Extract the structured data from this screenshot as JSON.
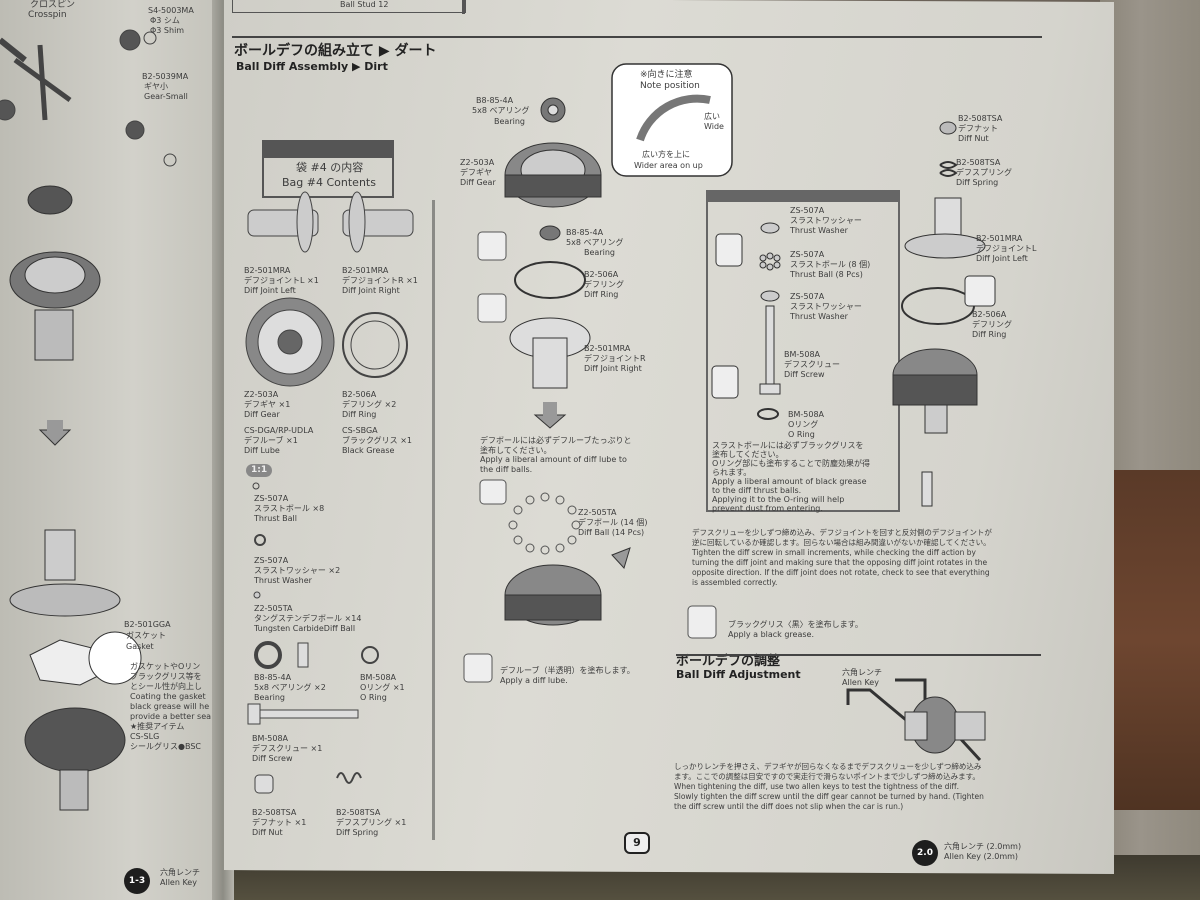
{
  "left_page": {
    "crosspin_jp": "クロスピン",
    "crosspin_en": "Crosspin",
    "shim_code": "S4-5003MA",
    "shim_jp": "Φ3 シム",
    "shim_en": "Φ3 Shim",
    "gear_code": "B2-5039MA",
    "gear_jp": "ギヤ小",
    "gear_en": "Gear-Small",
    "gasket_code": "B2-501GGA",
    "gasket_jp": "ガスケット",
    "gasket_en": "Gasket",
    "note_lines": [
      "ガスケットやOリン",
      "ブラックグリス等を",
      "とシール性が向上し",
      "Coating the gasket",
      "black grease will he",
      "provide a better sea",
      "★推奨アイテム",
      "CS-SLG",
      "シールグリス●BSC"
    ],
    "step_badge": "1-3",
    "allen_key_jp": "六角レンチ",
    "allen_key_en": "Allen Key"
  },
  "header": {
    "ball_stud": "Ball Stud 12",
    "title_jp": "ボールデフの組み立て ▶ ダート",
    "title_en": "Ball Diff Assembly ▶ Dirt"
  },
  "bag": {
    "title_jp": "袋 #4 の内容",
    "title_en": "Bag #4 Contents"
  },
  "parts": [
    {
      "code": "B2-501MRA",
      "jp": "デフジョイントL ×1",
      "en": "Diff Joint Left"
    },
    {
      "code": "B2-501MRA",
      "jp": "デフジョイントR ×1",
      "en": "Diff Joint Right"
    },
    {
      "code": "Z2-503A",
      "jp": "デフギヤ ×1",
      "en": "Diff Gear"
    },
    {
      "code": "B2-506A",
      "jp": "デフリング ×2",
      "en": "Diff Ring"
    },
    {
      "code": "CS-DGA/RP-UDLA",
      "jp": "デフルーブ ×1",
      "en": "Diff Lube"
    },
    {
      "code": "CS-SBGA",
      "jp": "ブラックグリス ×1",
      "en": "Black Grease"
    },
    {
      "code": "ZS-507A",
      "jp": "スラストボール ×8",
      "en": "Thrust Ball"
    },
    {
      "code": "ZS-507A",
      "jp": "スラストワッシャー ×2",
      "en": "Thrust Washer"
    },
    {
      "code": "Z2-505TA",
      "jp": "タングステンデフボール ×14",
      "en": "Tungsten CarbideDiff Ball"
    },
    {
      "code": "B8-85-4A",
      "jp": "5x8 ベアリング ×2",
      "en": "Bearing"
    },
    {
      "code": "BM-508A",
      "jp": "Oリング ×1",
      "en": "O Ring"
    },
    {
      "code": "BM-508A",
      "jp": "デフスクリュー ×1",
      "en": "Diff Screw"
    },
    {
      "code": "B2-508TSA",
      "jp": "デフナット ×1",
      "en": "Diff Nut"
    },
    {
      "code": "B2-508TSA",
      "jp": "デフスプリング ×1",
      "en": "Diff Spring"
    }
  ],
  "ratio_badge": "1:1",
  "assembly": {
    "bearing_top_code": "B8-85-4A",
    "bearing_top_jp": "5x8 ベアリング",
    "bearing_top_en": "Bearing",
    "note_pos_jp": "※向きに注意",
    "note_pos_en": "Note position",
    "wide_jp": "広い",
    "wide_en": "Wide",
    "wider_jp": "広い方を上に",
    "wider_en": "Wider area on up",
    "gear_code": "Z2-503A",
    "gear_jp": "デフギヤ",
    "gear_en": "Diff Gear",
    "bearing2_code": "B8-85-4A",
    "bearing2_jp": "5x8 ベアリング",
    "bearing2_en": "Bearing",
    "ring_code": "B2-506A",
    "ring_jp": "デフリング",
    "ring_en": "Diff Ring",
    "joint_r_code": "B2-501MRA",
    "joint_r_jp": "デフジョイントR",
    "joint_r_en": "Diff Joint Right",
    "lube_note": [
      "デフボールには必ずデフルーブたっぷりと",
      "塗布してください。",
      "Apply a liberal amount of diff lube to",
      "the diff balls."
    ],
    "ball_code": "Z2-505TA",
    "ball_jp": "デフボール (14 個)",
    "ball_en": "Diff Ball (14 Pcs)",
    "apply_lube_jp": "デフルーブ（半透明）を塗布します。",
    "apply_lube_en": "Apply a diff lube."
  },
  "detail": {
    "washer1_code": "ZS-507A",
    "washer1_jp": "スラストワッシャー",
    "washer1_en": "Thrust Washer",
    "balls_code": "ZS-507A",
    "balls_jp": "スラストボール (8 個)",
    "balls_en": "Thrust Ball (8 Pcs)",
    "washer2_code": "ZS-507A",
    "washer2_jp": "スラストワッシャー",
    "washer2_en": "Thrust Washer",
    "screw_code": "BM-508A",
    "screw_jp": "デフスクリュー",
    "screw_en": "Diff Screw",
    "oring_code": "BM-508A",
    "oring_jp": "Oリング",
    "oring_en": "O Ring",
    "note": [
      "スラストボールには必ずブラックグリスを",
      "塗布してください。",
      "Oリング部にも塗布することで防塵効果が得",
      "られます。",
      "Apply a liberal amount of black grease",
      "to the diff thrust balls.",
      "Applying it to the O-ring will help",
      "prevent dust from entering."
    ]
  },
  "right_col": {
    "nut_code": "B2-508TSA",
    "nut_jp": "デフナット",
    "nut_en": "Diff Nut",
    "spring_code": "B2-508TSA",
    "spring_jp": "デフスプリング",
    "spring_en": "Diff Spring",
    "joint_l_code": "B2-501MRA",
    "joint_l_jp": "デフジョイントL",
    "joint_l_en": "Diff Joint Left",
    "ring_code": "B2-506A",
    "ring_jp": "デフリング",
    "ring_en": "Diff Ring"
  },
  "tighten_note": [
    "デフスクリューを少しずつ締め込み、デフジョイントを回すと反対側のデフジョイントが",
    "逆に回転しているか確認します。回らない場合は組み間違いがないか確認してください。",
    "Tighten the diff screw in small increments, while checking the diff action by",
    "turning the diff joint and making sure that the opposing diff joint rotates in the",
    "opposite direction. If the diff joint does not rotate, check to see that everything",
    "is assembled correctly."
  ],
  "grease_jp": "ブラックグリス〈黒〉を塗布します。",
  "grease_en": "Apply a black grease.",
  "adjust": {
    "title_jp": "ボールデフの調整",
    "title_en": "Ball Diff Adjustment",
    "allen_jp": "六角レンチ",
    "allen_en": "Allen Key",
    "lines": [
      "しっかりレンチを押さえ、デフギヤが回らなくなるまでデフスクリューを少しずつ締め込み",
      "ます。ここでの調整は目安ですので実走行で滑らないポイントまで少しずつ締め込みます。",
      "When tightening the diff, use two allen keys to test the tightness of the diff.",
      "Slowly tighten the diff screw until the diff gear cannot be turned by hand. (Tighten",
      "the diff screw until the diff does not slip when the car is run.)"
    ]
  },
  "page_number": "9",
  "footer_badge": "2.0",
  "footer_allen_jp": "六角レンチ (2.0mm)",
  "footer_allen_en": "Allen Key (2.0mm)"
}
